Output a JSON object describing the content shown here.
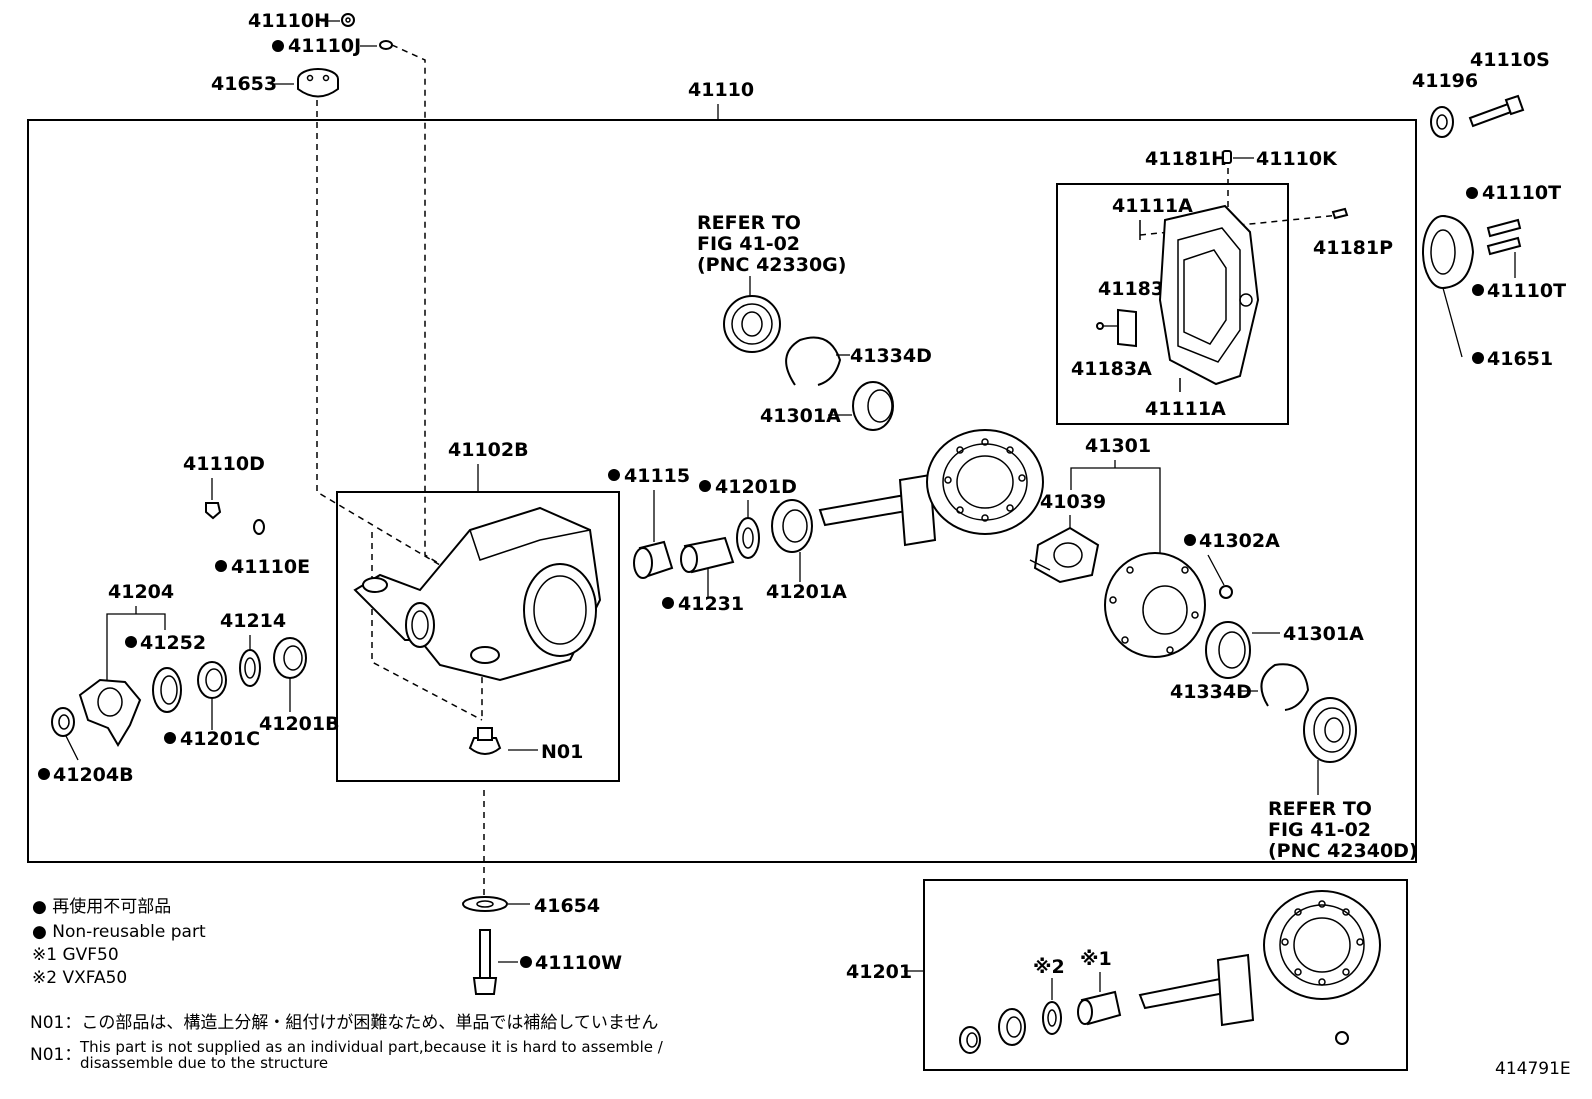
{
  "labels": {
    "l_41110H": "41110H",
    "l_41110J": "41110J",
    "l_41653": "41653",
    "l_41110": "41110",
    "l_41196": "41196",
    "l_41110S": "41110S",
    "l_41181H": "41181H",
    "l_41110K": "41110K",
    "l_41111A_top": "41111A",
    "l_41181P": "41181P",
    "l_41183": "41183",
    "l_41183A": "41183A",
    "l_41111A_bot": "41111A",
    "l_41110T_top": "41110T",
    "l_41110T_bot": "41110T",
    "l_41651": "41651",
    "l_refer_top_1": "REFER TO",
    "l_refer_top_2": "FIG 41-02",
    "l_refer_top_3": "(PNC 42330G)",
    "l_41334D_top": "41334D",
    "l_41301A_top": "41301A",
    "l_41102B": "41102B",
    "l_41115": "41115",
    "l_41201D": "41201D",
    "l_41301": "41301",
    "l_41039": "41039",
    "l_41302A": "41302A",
    "l_41110D": "41110D",
    "l_41110E": "41110E",
    "l_41231": "41231",
    "l_41201A": "41201A",
    "l_41204": "41204",
    "l_41252": "41252",
    "l_41214": "41214",
    "l_41201C": "41201C",
    "l_41201B": "41201B",
    "l_41204B": "41204B",
    "l_N01": "N01",
    "l_41301A_right": "41301A",
    "l_41334D_right": "41334D",
    "l_refer_bot_1": "REFER TO",
    "l_refer_bot_2": "FIG 41-02",
    "l_refer_bot_3": "(PNC 42340D)",
    "l_41654": "41654",
    "l_41110W": "41110W",
    "l_41201": "41201",
    "l_mark2": "※2",
    "l_mark1": "※1"
  },
  "legend": {
    "non_reusable_jp": "● 再使用不可部品",
    "non_reusable_en": "● Non-reusable part",
    "mark1": "※1 GVF50",
    "mark2": "※2 VXFA50",
    "n01_jp": "N01：この部品は、構造上分解・組付けが困難なため、単品では補給していません",
    "n01_en_prefix": "N01：",
    "n01_en_1": "This part is not supplied as an individual part,because it is hard to assemble /",
    "n01_en_2": "disassemble due to the structure"
  },
  "figure_id": "414791E"
}
